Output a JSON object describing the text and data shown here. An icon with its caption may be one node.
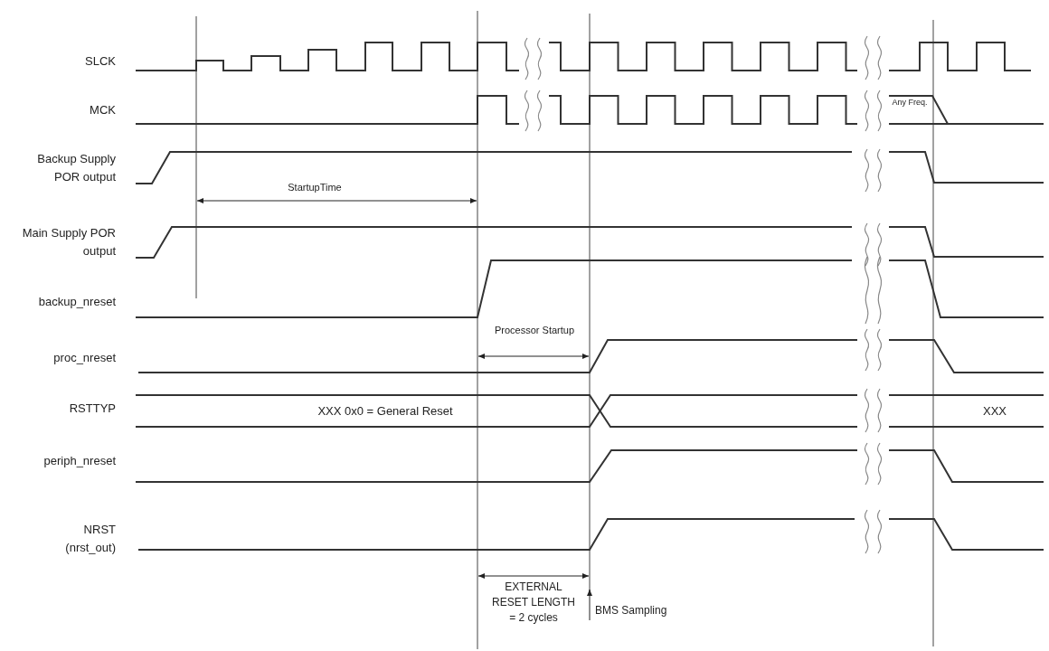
{
  "diagram": {
    "labels": [
      "SLCK",
      "MCK",
      "Any Freq.",
      "Backup Supply POR output",
      "StartupTime",
      "Main Supply POR output",
      "backup_nreset",
      "Processor Startup",
      "proc_nreset",
      "RSTTYP",
      "XXX 0x0 = General Reset",
      "XXX",
      "periph_nreset",
      "NRST (nrst_out)",
      "EXTERNAL RESET LENGTH = 2 cycles",
      "BMS Sampling"
    ]
  }
}
